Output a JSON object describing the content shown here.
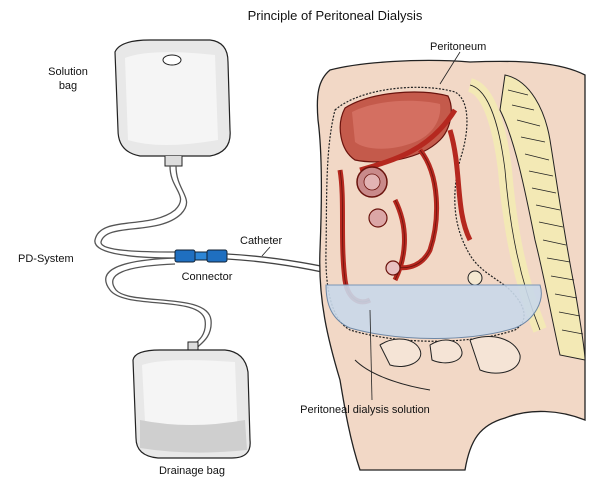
{
  "title": "Principle of Peritoneal Dialysis",
  "labels": {
    "solution_bag_line1": "Solution",
    "solution_bag_line2": "bag",
    "peritoneum": "Peritoneum",
    "catheter": "Catheter",
    "pd_system": "PD-System",
    "connector": "Connector",
    "peritoneal_dialysis_solution": "Peritoneal dialysis solution",
    "drainage_bag": "Drainage bag"
  },
  "colors": {
    "organ_red": "#b5281f",
    "organ_light": "#d46f61",
    "tissue": "#f2d8c6",
    "spine": "#f3e9b5",
    "fluid": "#c9d9ea",
    "connector": "#1f6fc0",
    "bag": "#e6e6e6"
  }
}
